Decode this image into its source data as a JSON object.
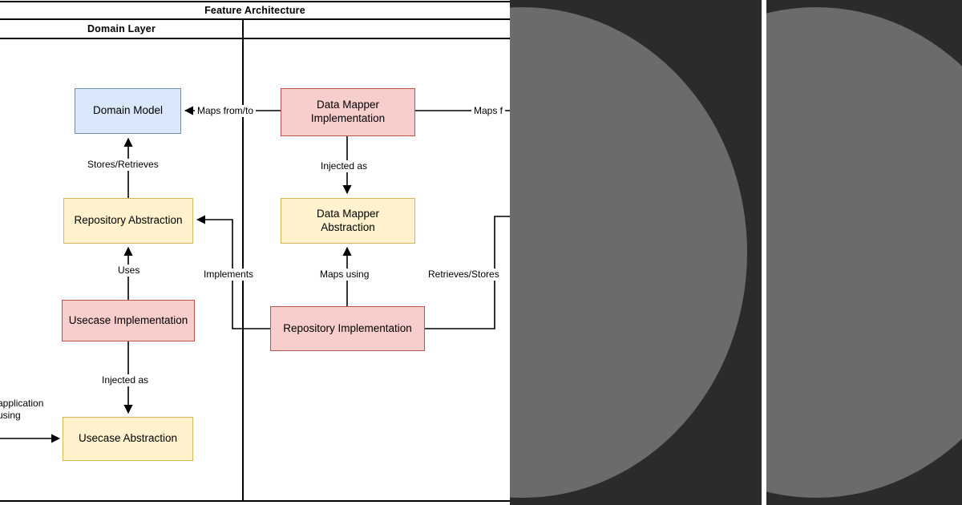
{
  "diagram": {
    "title": "Feature Architecture",
    "header_left": "Domain Layer",
    "header_right": "",
    "nodes": {
      "domain_model": "Domain Model",
      "repository_abstraction": "Repository Abstraction",
      "usecase_implementation": "Usecase Implementation",
      "usecase_abstraction": "Usecase Abstraction",
      "data_mapper_implementation": "Data Mapper\nImplementation",
      "data_mapper_implementation_l1": "Data Mapper",
      "data_mapper_implementation_l2": "Implementation",
      "data_mapper_abstraction_l1": "Data Mapper",
      "data_mapper_abstraction_l2": "Abstraction",
      "repository_implementation": "Repository Implementation"
    },
    "edge_labels": {
      "maps_from_to": "Maps from/to",
      "maps_from_clipped": "Maps f",
      "stores_retrieves": "Stores/Retrieves",
      "injected_as_mapper": "Injected as",
      "uses": "Uses",
      "implements": "Implements",
      "maps_using": "Maps using",
      "retrieves_stores": "Retrieves/Stores",
      "injected_as_usecase": "Injected as",
      "rest_of_app_l1": "application",
      "rest_of_app_l2": "using"
    },
    "colors": {
      "blue_fill": "#dae8fc",
      "blue_stroke": "#6c8ebf",
      "yellow_fill": "#fff2cc",
      "yellow_stroke": "#d6b656",
      "pink_fill": "#f8cecc",
      "pink_stroke": "#b85450",
      "line": "#000000",
      "background": "#ffffff"
    }
  },
  "right_panels": {
    "panel_a": {
      "background": "#2b2b2b",
      "shape_color": "#6b6b6b",
      "shape": "circle"
    },
    "panel_b": {
      "background": "#2b2b2b",
      "shape_color": "#6b6b6b",
      "shape": "circle"
    }
  }
}
